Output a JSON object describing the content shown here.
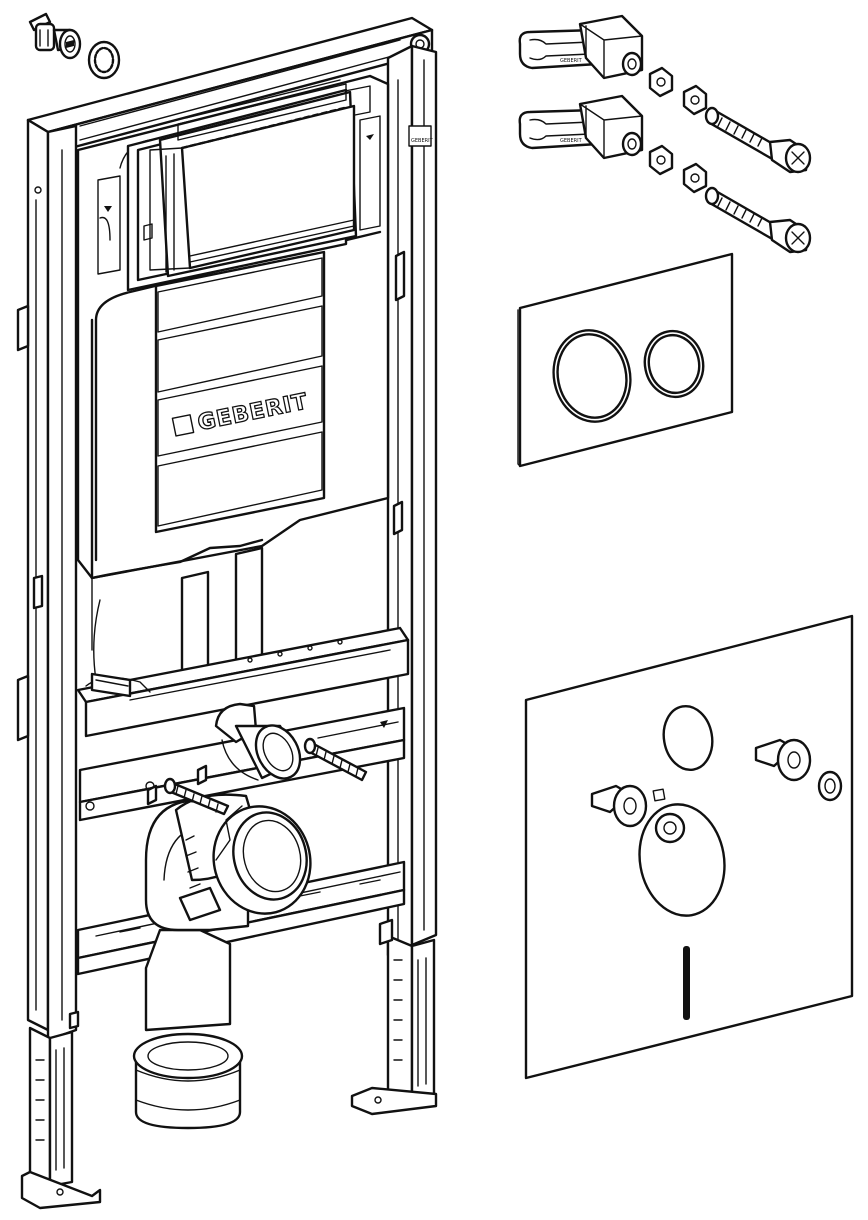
{
  "diagram": {
    "brand_text": "GEBERIT",
    "label_marking": "GEBERIT",
    "parts": [
      {
        "name": "mounting-frame-with-cistern"
      },
      {
        "name": "flush-plate-dual-button"
      },
      {
        "name": "wall-bracket-set"
      },
      {
        "name": "fixing-bolt-set"
      },
      {
        "name": "sound-insulation-mat"
      },
      {
        "name": "supply-valve-and-seal"
      }
    ]
  }
}
